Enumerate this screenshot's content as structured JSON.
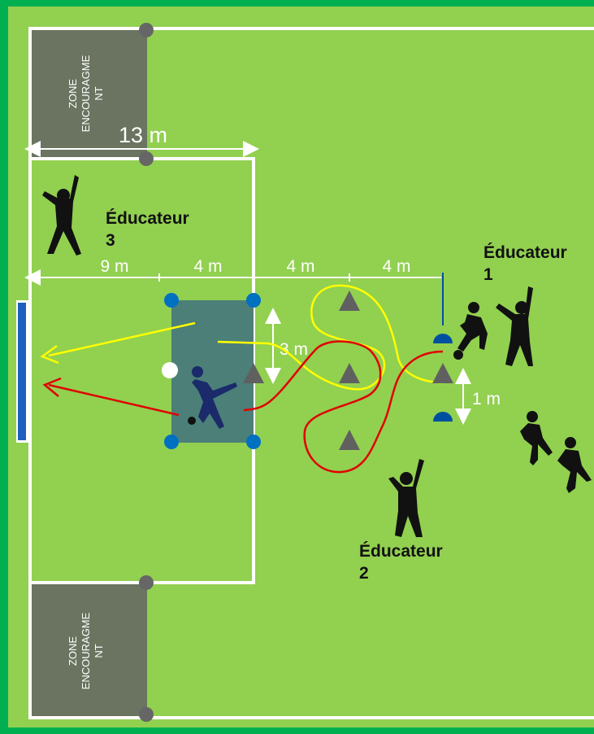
{
  "zones": {
    "top": [
      "ZONE",
      "ENCOURAGME",
      "NT"
    ],
    "bottom": [
      "ZONE",
      "ENCOURAGME",
      "NT"
    ]
  },
  "measures": {
    "width_13": "13 m",
    "d9": "9 m",
    "d4a": "4 m",
    "d4b": "4 m",
    "d4c": "4 m",
    "d3": "3 m",
    "d1": "1 m"
  },
  "coaches": {
    "c1": [
      "Éducateur",
      "1"
    ],
    "c2": [
      "Éducateur",
      "2"
    ],
    "c3": [
      "Éducateur",
      "3"
    ]
  },
  "colors": {
    "field": "#92d050",
    "border": "#00b050",
    "zone": "#6a7460",
    "box": "#4b7f78",
    "cone": "#606060",
    "marker": "#0070c0",
    "path_yellow": "#ffff00",
    "path_red": "#e00000"
  }
}
